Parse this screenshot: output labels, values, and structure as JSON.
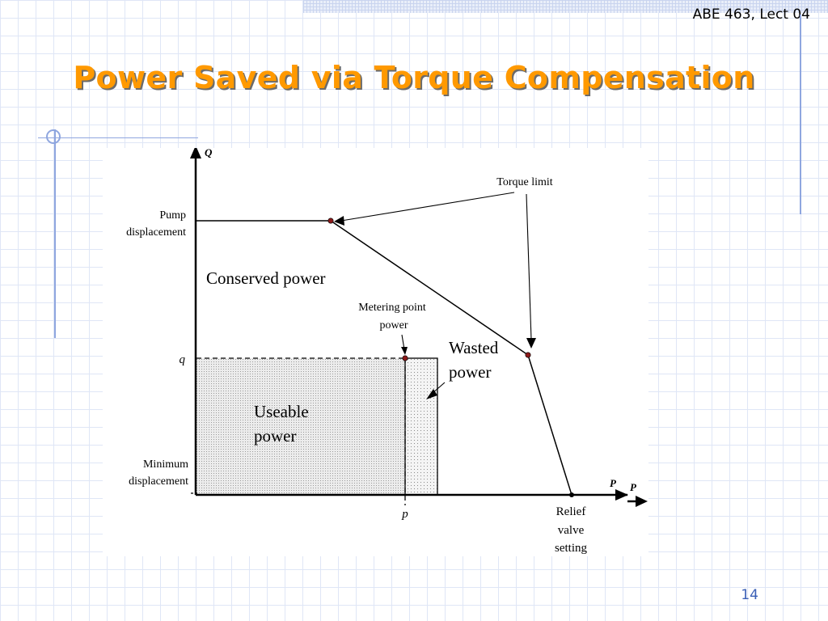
{
  "header": {
    "course": "ABE 463, Lect 04"
  },
  "slide": {
    "title": "Power Saved via Torque Compensation",
    "page_number": "14"
  },
  "diagram": {
    "axis_labels": {
      "y": "Q",
      "x_inner": "P",
      "x_outer": "P"
    },
    "labels": {
      "pump_displacement_1": "Pump",
      "pump_displacement_2": "displacement",
      "minimum_1": "Minimum",
      "minimum_2": "displacement",
      "q": "q",
      "p": "p",
      "torque_limit": "Torque limit",
      "conserved_power": "Conserved power",
      "metering_1": "Metering point",
      "metering_2": "power",
      "wasted_1": "Wasted",
      "wasted_2": "power",
      "useable_1": "Useable",
      "useable_2": "power",
      "relief_1": "Relief",
      "relief_2": "valve",
      "relief_3": "setting"
    }
  }
}
